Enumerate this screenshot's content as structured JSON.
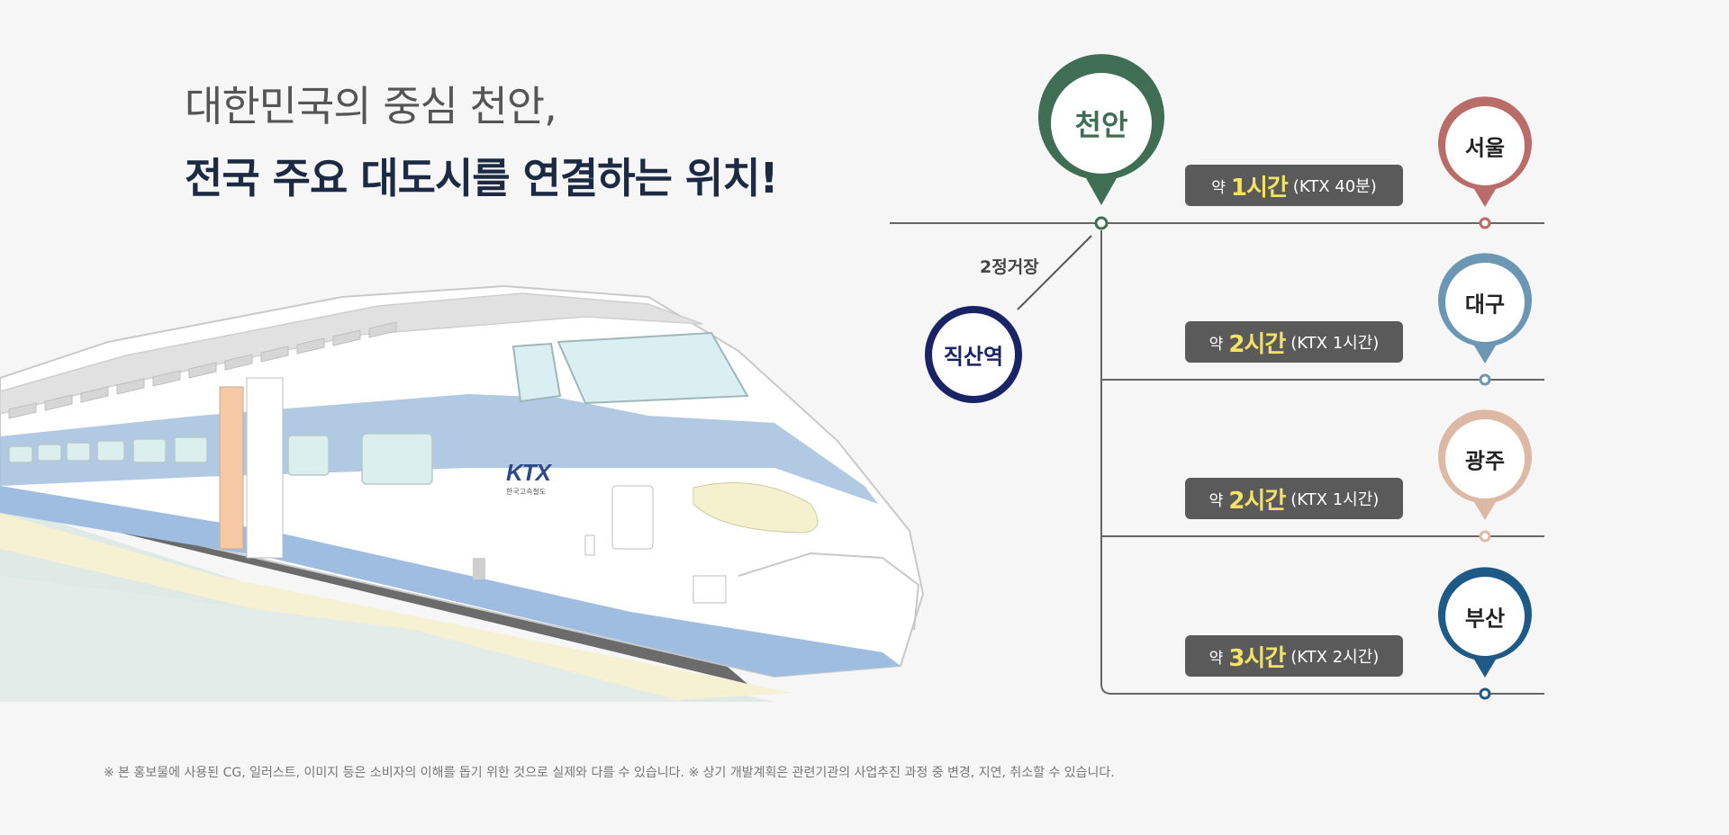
{
  "headline": {
    "line1": "대한민국의 중심 천안,",
    "line2": "전국 주요 대도시를 연결하는 위치!"
  },
  "hub": {
    "name": "천안",
    "color": "#3f6e55"
  },
  "station": {
    "name": "직산역",
    "color": "#1a2366",
    "distance_label": "2정거장"
  },
  "train_logo": {
    "brand": "KTX",
    "caption": "한국고속철도"
  },
  "destinations": [
    {
      "city": "서울",
      "color": "#b96c68",
      "prefix": "약",
      "time": "1시간",
      "ktx": "(KTX 40분)"
    },
    {
      "city": "대구",
      "color": "#6b97b4",
      "prefix": "약",
      "time": "2시간",
      "ktx": "(KTX 1시간)"
    },
    {
      "city": "광주",
      "color": "#ddb9a5",
      "prefix": "약",
      "time": "2시간",
      "ktx": "(KTX 1시간)"
    },
    {
      "city": "부산",
      "color": "#1e5a88",
      "prefix": "약",
      "time": "3시간",
      "ktx": "(KTX 2시간)"
    }
  ],
  "disclaimer": "※ 본 홍보물에 사용된 CG, 일러스트, 이미지 등은 소비자의 이해를 돕기 위한 것으로 실제와 다를 수 있습니다. ※ 상기 개발계획은 관련기관의 사업추진 과정 중 변경, 지연, 취소할 수 있습니다."
}
